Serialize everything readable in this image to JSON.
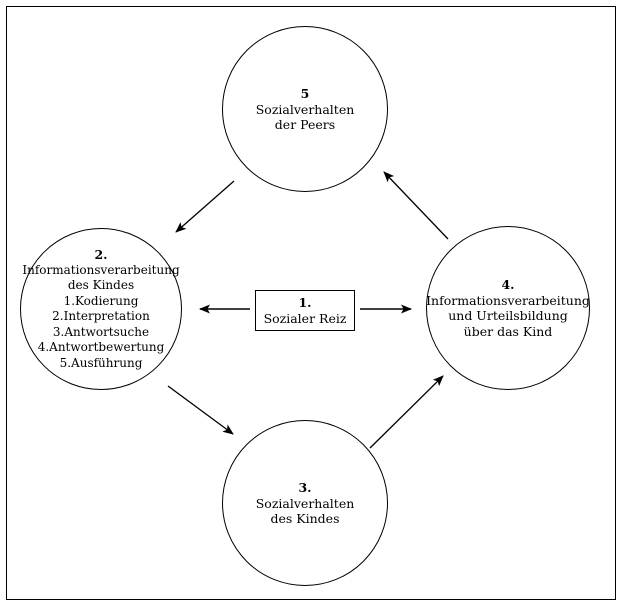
{
  "diagram": {
    "title_visible": false,
    "background": "#ffffff",
    "stroke": "#000000",
    "frame": {
      "present": true
    },
    "nodes": [
      {
        "id": "top",
        "shape": "circle",
        "number": "5",
        "lines": [
          "Sozialverhalten",
          "der Peers"
        ]
      },
      {
        "id": "left",
        "shape": "circle",
        "number": "2.",
        "lines": [
          "Informationsverarbeitung",
          "des Kindes"
        ],
        "list": [
          "1.Kodierung",
          "2.Interpretation",
          "3.Antwortsuche",
          "4.Antwortbewertung",
          "5.Ausführung"
        ]
      },
      {
        "id": "center",
        "shape": "rectangle",
        "number": "1.",
        "lines": [
          "Sozialer Reiz"
        ]
      },
      {
        "id": "right",
        "shape": "circle",
        "number": "4.",
        "lines": [
          "Informationsverarbeitung",
          "und Urteilsbildung",
          "über das Kind"
        ]
      },
      {
        "id": "bottom",
        "shape": "circle",
        "number": "3.",
        "lines": [
          "Sozialverhalten",
          "des Kindes"
        ]
      }
    ],
    "arrows": [
      {
        "id": "center-to-left",
        "from": "center",
        "to": "left",
        "direction": "left"
      },
      {
        "id": "center-to-right",
        "from": "center",
        "to": "right",
        "direction": "right"
      },
      {
        "id": "top-to-left",
        "from": "top",
        "to": "left",
        "direction": "down-left"
      },
      {
        "id": "left-to-bottom",
        "from": "left",
        "to": "bottom",
        "direction": "down-right"
      },
      {
        "id": "bottom-to-right",
        "from": "bottom",
        "to": "right",
        "direction": "up-right"
      },
      {
        "id": "right-to-top",
        "from": "right",
        "to": "top",
        "direction": "up-left"
      }
    ]
  }
}
